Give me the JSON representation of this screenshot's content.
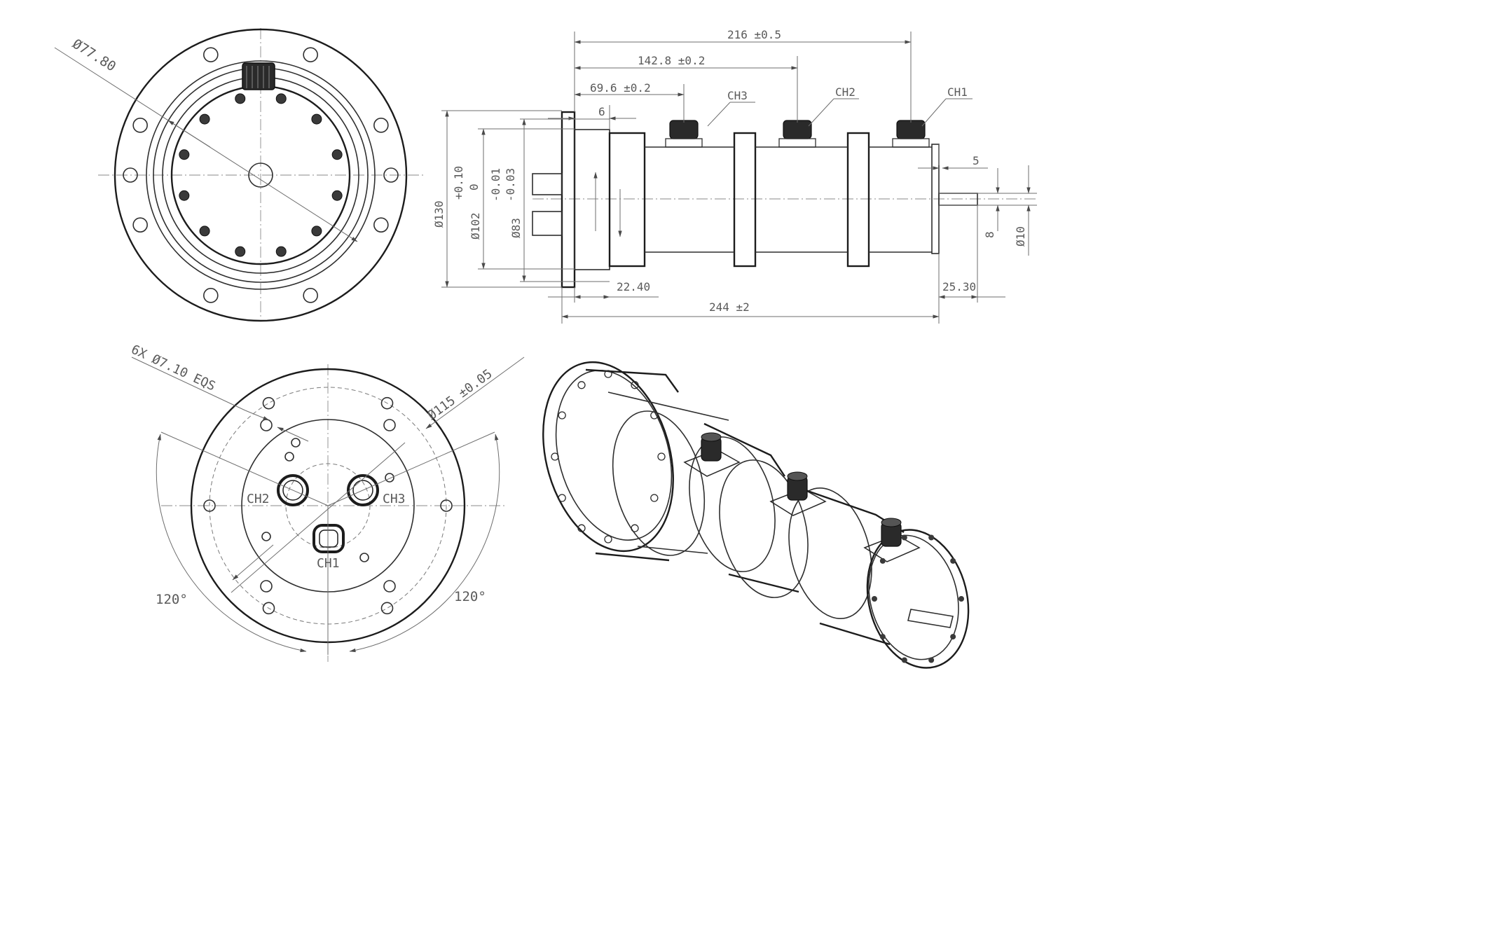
{
  "colors": {
    "line": "#1c1c1c",
    "dimension": "#6e6e6e",
    "text": "#5a5a5a",
    "paper": "#ffffff"
  },
  "front_view": {
    "diameter_label": "Ø77.80"
  },
  "side_view": {
    "overall_connector_length": "216 ±0.5",
    "ch2_position": "142.8 ±0.2",
    "ch3_position": "69.6 ±0.2",
    "flange_thickness": "6",
    "shaft_step": "5",
    "flange_diameter": "Ø130",
    "spigot_diameter": "Ø102",
    "spigot_tolerance_upper": "+0.10",
    "spigot_tolerance_lower": "0",
    "body_diameter": "Ø83",
    "body_tolerance_upper": "-0.01",
    "body_tolerance_lower": "-0.03",
    "shaft_diameter": "Ø10",
    "key_width": "8",
    "flange_offset": "22.40",
    "shaft_length": "25.30",
    "overall_length": "244 ±2",
    "connector_labels": [
      "CH3",
      "CH2",
      "CH1"
    ]
  },
  "flange_view": {
    "holes_callout": "6X Ø7.10 EQS",
    "pcd_callout": "Ø115 ±0.05",
    "angle_left": "120°",
    "angle_right": "120°",
    "port_labels": [
      "CH2",
      "CH3",
      "CH1"
    ]
  }
}
